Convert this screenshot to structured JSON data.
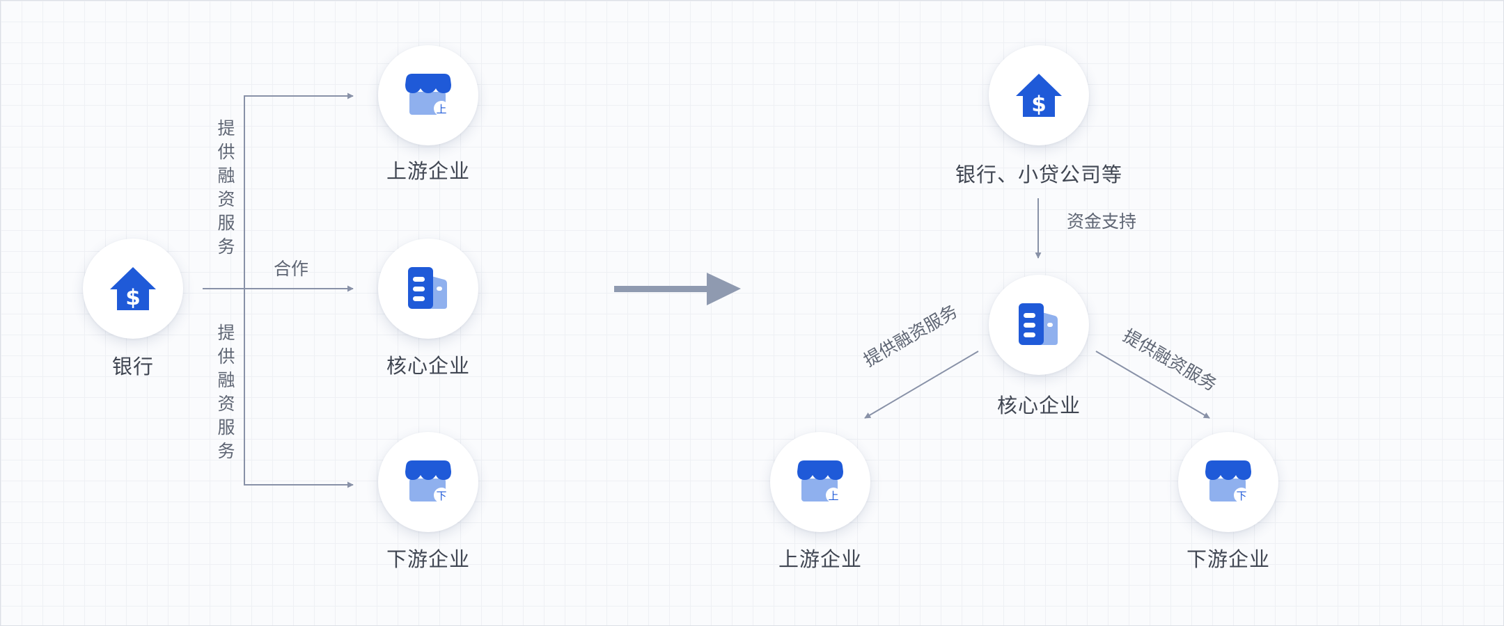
{
  "left": {
    "bank": {
      "label": "银行",
      "icon": "bank-house-dollar-icon"
    },
    "upstream": {
      "label": "上游企业",
      "icon": "store-icon",
      "badge": "上"
    },
    "core": {
      "label": "核心企业",
      "icon": "building-icon"
    },
    "downstream": {
      "label": "下游企业",
      "icon": "store-icon",
      "badge": "下"
    },
    "edge_top": "提供融资服务",
    "edge_mid": "合作",
    "edge_bottom": "提供融资服务"
  },
  "right": {
    "lender": {
      "label": "银行、小贷公司等",
      "icon": "bank-house-dollar-icon"
    },
    "core": {
      "label": "核心企业",
      "icon": "building-icon"
    },
    "upstream": {
      "label": "上游企业",
      "icon": "store-icon",
      "badge": "上"
    },
    "downstream": {
      "label": "下游企业",
      "icon": "store-icon",
      "badge": "下"
    },
    "edge_support": "资金支持",
    "edge_left": "提供融资服务",
    "edge_right": "提供融资服务"
  },
  "colors": {
    "primary": "#1f5ad8",
    "secondary": "#8fb0ee",
    "line": "#8891a7",
    "text": "#404652"
  }
}
